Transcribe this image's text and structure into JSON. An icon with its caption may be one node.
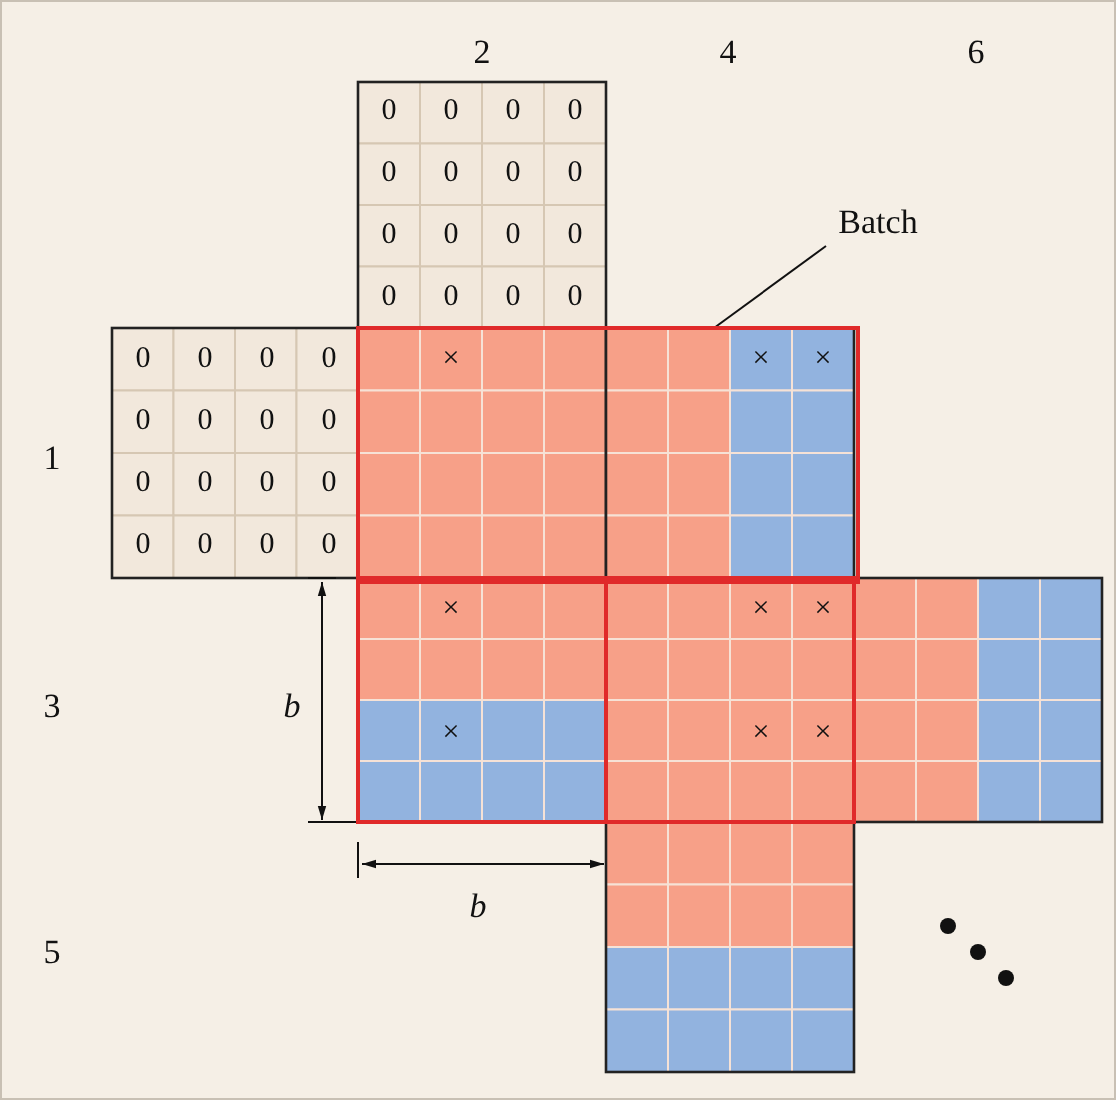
{
  "diagram": {
    "nodes": [
      {
        "text": [
          "Batch"
        ]
      },
      {
        "text": [],
        "shape": "box"
      }
    ],
    "edges": [
      {
        "from": 0,
        "to": 1,
        "arrow": "none"
      }
    ],
    "labels": [
      "2",
      "4",
      "6",
      "0",
      "0",
      "0",
      "0",
      "0",
      "0",
      "0",
      "0",
      "0",
      "0",
      "0",
      "0",
      "0",
      "0",
      "0",
      "0",
      "0",
      "0",
      "0",
      "0",
      "0",
      "0",
      "0",
      "0",
      "0",
      "0",
      "0",
      "0",
      "0",
      "0",
      "0",
      "0",
      "1",
      "3",
      "5",
      "b",
      "b",
      "×",
      "×",
      "×",
      "×",
      "×",
      "×",
      "×",
      "×",
      "×"
    ]
  }
}
